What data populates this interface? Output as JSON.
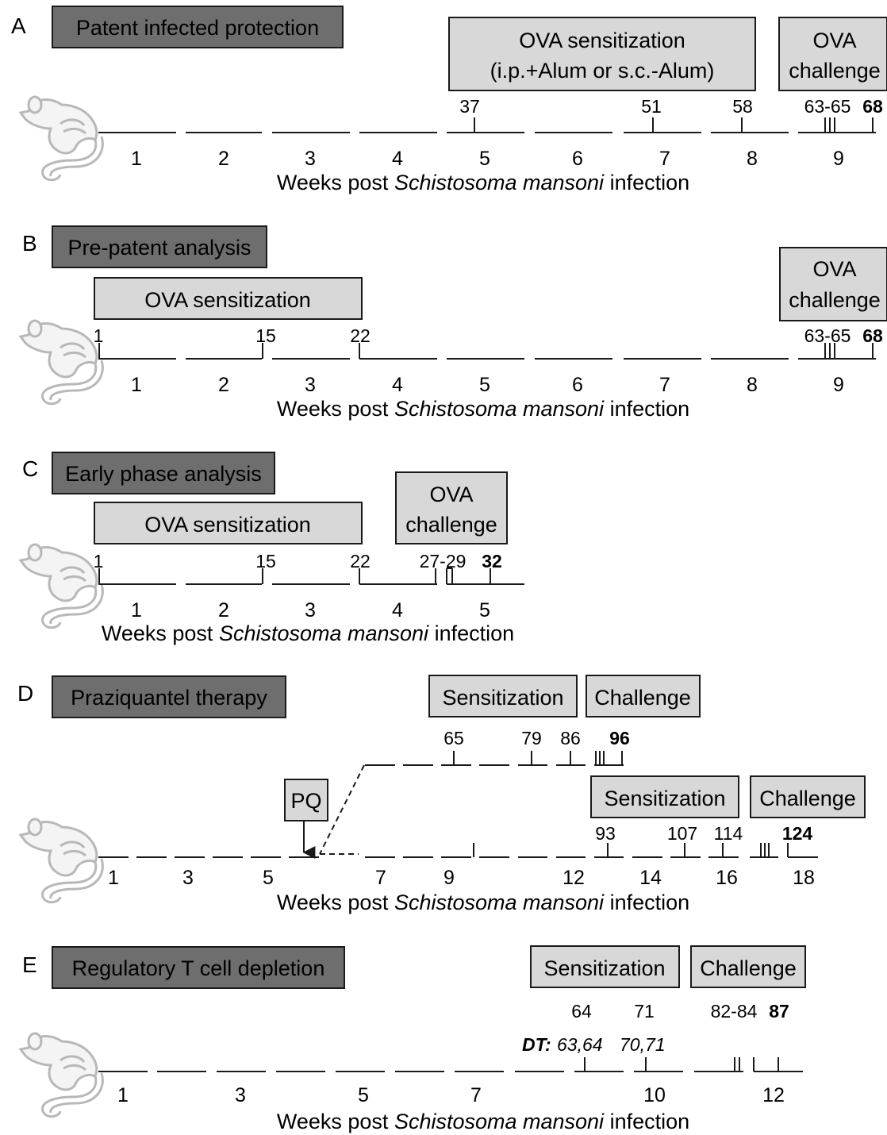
{
  "figure": {
    "axis_label": {
      "pre": "Weeks post ",
      "species": "Schistosoma mansoni",
      "post": " infection"
    },
    "panels": {
      "A": {
        "letter": "A",
        "title": "Patent infected protection",
        "sensitization": [
          "OVA sensitization",
          "(i.p.+Alum or s.c.-Alum)"
        ],
        "challenge": [
          "OVA",
          "challenge"
        ],
        "day_labels": [
          "37",
          "51",
          "58",
          "63-65"
        ],
        "final_day": "68",
        "weeks": [
          "1",
          "2",
          "3",
          "4",
          "5",
          "6",
          "7",
          "8",
          "9"
        ]
      },
      "B": {
        "letter": "B",
        "title": "Pre-patent analysis",
        "sensitization": "OVA sensitization",
        "challenge": [
          "OVA",
          "challenge"
        ],
        "day_labels": [
          "1",
          "15",
          "22",
          "63-65"
        ],
        "final_day": "68",
        "weeks": [
          "1",
          "2",
          "3",
          "4",
          "5",
          "6",
          "7",
          "8",
          "9"
        ]
      },
      "C": {
        "letter": "C",
        "title": "Early phase analysis",
        "sensitization": "OVA sensitization",
        "challenge": [
          "OVA",
          "challenge"
        ],
        "day_labels": [
          "1",
          "15",
          "22",
          "27-29"
        ],
        "final_day": "32",
        "weeks": [
          "1",
          "2",
          "3",
          "4",
          "5"
        ]
      },
      "D": {
        "letter": "D",
        "title": "Praziquantel therapy",
        "pq": "PQ",
        "group1": {
          "sensitization": "Sensitization",
          "challenge": "Challenge",
          "day_labels": [
            "65",
            "79",
            "86"
          ],
          "final_day": "96"
        },
        "group2": {
          "sensitization": "Sensitization",
          "challenge": "Challenge",
          "day_labels": [
            "93",
            "107",
            "114"
          ],
          "final_day": "124"
        },
        "weeks": [
          "1",
          "3",
          "5",
          "7",
          "9",
          "12",
          "14",
          "16",
          "18"
        ]
      },
      "E": {
        "letter": "E",
        "title": "Regulatory T cell depletion",
        "sensitization": "Sensitization",
        "challenge": "Challenge",
        "day_labels": [
          "64",
          "71",
          "82-84"
        ],
        "final_day": "87",
        "dt_label": "DT:",
        "dt_days": [
          "63,64",
          "70,71"
        ],
        "weeks": [
          "1",
          "3",
          "5",
          "7",
          "10",
          "12"
        ]
      }
    }
  }
}
